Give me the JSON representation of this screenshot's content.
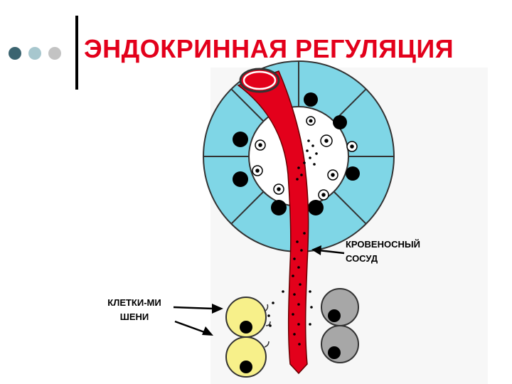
{
  "slide": {
    "title": "ЭНДОКРИННАЯ РЕГУЛЯЦИЯ"
  },
  "labels": {
    "vessel_line1": "КРОВЕНОСНЫЙ",
    "vessel_line2": "СОСУД",
    "cells_line1": "КЛЕТКИ-МИ",
    "cells_line2": "ШЕНИ"
  },
  "colors": {
    "title": "#e3001b",
    "vessel": "#e3001b",
    "gland": "#7fd6e6",
    "target_cell": "#f7f08a",
    "other_cell": "#a7a7a7"
  }
}
